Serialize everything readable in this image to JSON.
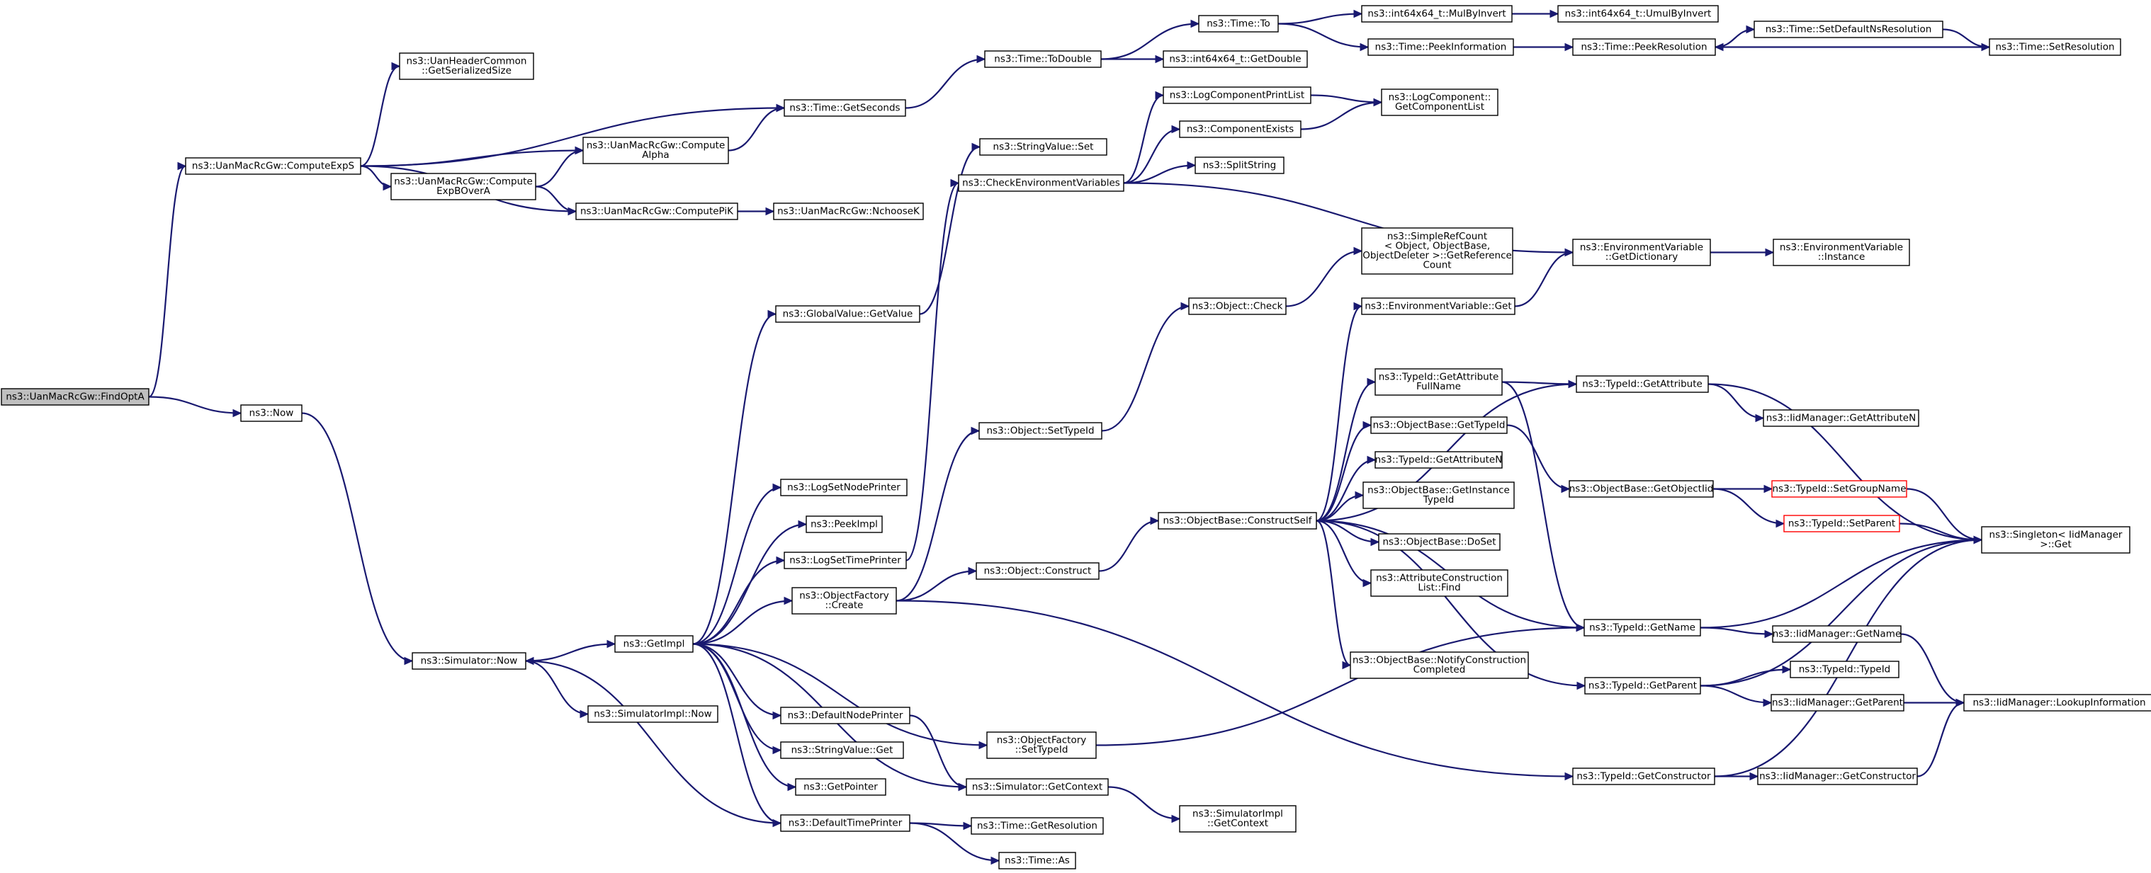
{
  "nodes": [
    {
      "id": "findopt",
      "lines": [
        "ns3::UanMacRcGw::FindOptA"
      ],
      "root": true
    },
    {
      "id": "computeexps",
      "lines": [
        "ns3::UanMacRcGw::ComputeExpS"
      ]
    },
    {
      "id": "now",
      "lines": [
        "ns3::Now"
      ]
    },
    {
      "id": "uanheader",
      "lines": [
        "ns3::UanHeaderCommon",
        "::GetSerializedSize"
      ]
    },
    {
      "id": "getseconds",
      "lines": [
        "ns3::Time::GetSeconds"
      ]
    },
    {
      "id": "computealpha",
      "lines": [
        "ns3::UanMacRcGw::Compute",
        "Alpha"
      ]
    },
    {
      "id": "computeexpb",
      "lines": [
        "ns3::UanMacRcGw::Compute",
        "ExpBOverA"
      ]
    },
    {
      "id": "computepik",
      "lines": [
        "ns3::UanMacRcGw::ComputePiK"
      ]
    },
    {
      "id": "nchoosek",
      "lines": [
        "ns3::UanMacRcGw::NchooseK"
      ]
    },
    {
      "id": "todouble",
      "lines": [
        "ns3::Time::ToDouble"
      ]
    },
    {
      "id": "timeto",
      "lines": [
        "ns3::Time::To"
      ]
    },
    {
      "id": "int64getdouble",
      "lines": [
        "ns3::int64x64_t::GetDouble"
      ]
    },
    {
      "id": "mulbyinvert",
      "lines": [
        "ns3::int64x64_t::MulByInvert"
      ]
    },
    {
      "id": "umulbyinvert",
      "lines": [
        "ns3::int64x64_t::UmulByInvert"
      ]
    },
    {
      "id": "peekinfo",
      "lines": [
        "ns3::Time::PeekInformation"
      ]
    },
    {
      "id": "peekres",
      "lines": [
        "ns3::Time::PeekResolution"
      ]
    },
    {
      "id": "setdefaultns",
      "lines": [
        "ns3::Time::SetDefaultNsResolution"
      ]
    },
    {
      "id": "setres",
      "lines": [
        "ns3::Time::SetResolution"
      ]
    },
    {
      "id": "stringvalueset",
      "lines": [
        "ns3::StringValue::Set"
      ]
    },
    {
      "id": "checkenv",
      "lines": [
        "ns3::CheckEnvironmentVariables"
      ]
    },
    {
      "id": "logcompprint",
      "lines": [
        "ns3::LogComponentPrintList"
      ]
    },
    {
      "id": "compexists",
      "lines": [
        "ns3::ComponentExists"
      ]
    },
    {
      "id": "getcomplist",
      "lines": [
        "ns3::LogComponent::",
        "GetComponentList"
      ]
    },
    {
      "id": "splitstring",
      "lines": [
        "ns3::SplitString"
      ]
    },
    {
      "id": "envgetdict",
      "lines": [
        "ns3::EnvironmentVariable",
        "::GetDictionary"
      ]
    },
    {
      "id": "envinstance",
      "lines": [
        "ns3::EnvironmentVariable",
        "::Instance"
      ]
    },
    {
      "id": "simplerefcount",
      "lines": [
        "ns3::SimpleRefCount",
        "< Object, ObjectBase,",
        "ObjectDeleter >::GetReference",
        "Count"
      ]
    },
    {
      "id": "globalgetvalue",
      "lines": [
        "ns3::GlobalValue::GetValue"
      ]
    },
    {
      "id": "objectcheck",
      "lines": [
        "ns3::Object::Check"
      ]
    },
    {
      "id": "envget",
      "lines": [
        "ns3::EnvironmentVariable::Get"
      ]
    },
    {
      "id": "getattrfullname",
      "lines": [
        "ns3::TypeId::GetAttribute",
        "FullName"
      ]
    },
    {
      "id": "typeidgetattr",
      "lines": [
        "ns3::TypeId::GetAttribute"
      ]
    },
    {
      "id": "iidgetattrn",
      "lines": [
        "ns3::IidManager::GetAttributeN"
      ]
    },
    {
      "id": "objectsettypeid",
      "lines": [
        "ns3::Object::SetTypeId"
      ]
    },
    {
      "id": "objbasegettypeid",
      "lines": [
        "ns3::ObjectBase::GetTypeId"
      ]
    },
    {
      "id": "getobjectiid",
      "lines": [
        "ns3::ObjectBase::GetObjectIid"
      ]
    },
    {
      "id": "setgroupname",
      "lines": [
        "ns3::TypeId::SetGroupName"
      ],
      "red": true
    },
    {
      "id": "typeidgetattrn",
      "lines": [
        "ns3::TypeId::GetAttributeN"
      ]
    },
    {
      "id": "getinstancetypeid",
      "lines": [
        "ns3::ObjectBase::GetInstance",
        "TypeId"
      ]
    },
    {
      "id": "setparent",
      "lines": [
        "ns3::TypeId::SetParent"
      ],
      "red": true
    },
    {
      "id": "singletonget",
      "lines": [
        "ns3::Singleton< IidManager",
        ">::Get"
      ]
    },
    {
      "id": "logsetnodeprinter",
      "lines": [
        "ns3::LogSetNodePrinter"
      ]
    },
    {
      "id": "peekimpl",
      "lines": [
        "ns3::PeekImpl"
      ]
    },
    {
      "id": "constructself",
      "lines": [
        "ns3::ObjectBase::ConstructSelf"
      ]
    },
    {
      "id": "doset",
      "lines": [
        "ns3::ObjectBase::DoSet"
      ]
    },
    {
      "id": "logsettimeprinter",
      "lines": [
        "ns3::LogSetTimePrinter"
      ]
    },
    {
      "id": "objfactorycreate",
      "lines": [
        "ns3::ObjectFactory",
        "::Create"
      ]
    },
    {
      "id": "objectconstruct",
      "lines": [
        "ns3::Object::Construct"
      ]
    },
    {
      "id": "attrconstruction",
      "lines": [
        "ns3::AttributeConstruction",
        "List::Find"
      ]
    },
    {
      "id": "typeidgetname",
      "lines": [
        "ns3::TypeId::GetName"
      ]
    },
    {
      "id": "iidgetname",
      "lines": [
        "ns3::IidManager::GetName"
      ]
    },
    {
      "id": "simulatornow",
      "lines": [
        "ns3::Simulator::Now"
      ]
    },
    {
      "id": "getimpl",
      "lines": [
        "ns3::GetImpl"
      ]
    },
    {
      "id": "notifyconstruction",
      "lines": [
        "ns3::ObjectBase::NotifyConstruction",
        "Completed"
      ]
    },
    {
      "id": "typeidtypeid",
      "lines": [
        "ns3::TypeId::TypeId"
      ]
    },
    {
      "id": "typeidgetparent",
      "lines": [
        "ns3::TypeId::GetParent"
      ]
    },
    {
      "id": "simimplnow",
      "lines": [
        "ns3::SimulatorImpl::Now"
      ]
    },
    {
      "id": "defaultnodeprinter",
      "lines": [
        "ns3::DefaultNodePrinter"
      ]
    },
    {
      "id": "objfactorysettypeid",
      "lines": [
        "ns3::ObjectFactory",
        "::SetTypeId"
      ]
    },
    {
      "id": "iidgetparent",
      "lines": [
        "ns3::IidManager::GetParent"
      ]
    },
    {
      "id": "lookupinfo",
      "lines": [
        "ns3::IidManager::LookupInformation"
      ]
    },
    {
      "id": "stringvalueget",
      "lines": [
        "ns3::StringValue::Get"
      ]
    },
    {
      "id": "typeidgetconstructor",
      "lines": [
        "ns3::TypeId::GetConstructor"
      ]
    },
    {
      "id": "iidgetconstructor",
      "lines": [
        "ns3::IidManager::GetConstructor"
      ]
    },
    {
      "id": "getpointer",
      "lines": [
        "ns3::GetPointer"
      ]
    },
    {
      "id": "simgetcontext",
      "lines": [
        "ns3::Simulator::GetContext"
      ]
    },
    {
      "id": "defaulttimeprinter",
      "lines": [
        "ns3::DefaultTimePrinter"
      ]
    },
    {
      "id": "simimplgetcontext",
      "lines": [
        "ns3::SimulatorImpl",
        "::GetContext"
      ]
    },
    {
      "id": "timegetresolution",
      "lines": [
        "ns3::Time::GetResolution"
      ]
    },
    {
      "id": "timeas",
      "lines": [
        "ns3::Time::As"
      ]
    }
  ],
  "edges": [
    [
      "findopt",
      "computeexps"
    ],
    [
      "findopt",
      "now"
    ],
    [
      "computeexps",
      "uanheader"
    ],
    [
      "computeexps",
      "getseconds"
    ],
    [
      "computeexps",
      "computealpha"
    ],
    [
      "computeexps",
      "computeexpb"
    ],
    [
      "computeexps",
      "computepik"
    ],
    [
      "computealpha",
      "getseconds"
    ],
    [
      "computeexpb",
      "computealpha"
    ],
    [
      "computeexpb",
      "computepik"
    ],
    [
      "computepik",
      "nchoosek"
    ],
    [
      "getseconds",
      "todouble"
    ],
    [
      "todouble",
      "timeto"
    ],
    [
      "todouble",
      "int64getdouble"
    ],
    [
      "timeto",
      "mulbyinvert"
    ],
    [
      "timeto",
      "peekinfo"
    ],
    [
      "mulbyinvert",
      "umulbyinvert"
    ],
    [
      "peekinfo",
      "peekres"
    ],
    [
      "setres",
      "peekres"
    ],
    [
      "setdefaultns",
      "setres"
    ],
    [
      "peekres",
      "setdefaultns"
    ],
    [
      "now",
      "simulatornow"
    ],
    [
      "simulatornow",
      "getimpl"
    ],
    [
      "simulatornow",
      "simimplnow"
    ],
    [
      "getimpl",
      "globalgetvalue"
    ],
    [
      "getimpl",
      "logsetnodeprinter"
    ],
    [
      "getimpl",
      "peekimpl"
    ],
    [
      "getimpl",
      "logsettimeprinter"
    ],
    [
      "getimpl",
      "objfactorycreate"
    ],
    [
      "getimpl",
      "defaultnodeprinter"
    ],
    [
      "getimpl",
      "stringvalueget"
    ],
    [
      "getimpl",
      "getpointer"
    ],
    [
      "getimpl",
      "defaulttimeprinter"
    ],
    [
      "getimpl",
      "objfactorysettypeid"
    ],
    [
      "getimpl",
      "simgetcontext"
    ],
    [
      "defaulttimeprinter",
      "simulatornow"
    ],
    [
      "defaulttimeprinter",
      "timegetresolution"
    ],
    [
      "defaulttimeprinter",
      "timeas"
    ],
    [
      "defaultnodeprinter",
      "simgetcontext"
    ],
    [
      "simgetcontext",
      "simimplgetcontext"
    ],
    [
      "globalgetvalue",
      "stringvalueset"
    ],
    [
      "logsettimeprinter",
      "checkenv"
    ],
    [
      "checkenv",
      "logcompprint"
    ],
    [
      "checkenv",
      "compexists"
    ],
    [
      "checkenv",
      "splitstring"
    ],
    [
      "checkenv",
      "envgetdict"
    ],
    [
      "logcompprint",
      "getcomplist"
    ],
    [
      "compexists",
      "getcomplist"
    ],
    [
      "envgetdict",
      "envinstance"
    ],
    [
      "objfactorycreate",
      "objectsettypeid"
    ],
    [
      "objfactorycreate",
      "objectconstruct"
    ],
    [
      "objfactorycreate",
      "typeidgetconstructor"
    ],
    [
      "objectsettypeid",
      "objectcheck"
    ],
    [
      "objectcheck",
      "simplerefcount"
    ],
    [
      "objectconstruct",
      "constructself"
    ],
    [
      "constructself",
      "envget"
    ],
    [
      "constructself",
      "typeidgetattr"
    ],
    [
      "constructself",
      "getattrfullname"
    ],
    [
      "constructself",
      "objbasegettypeid"
    ],
    [
      "constructself",
      "typeidgetattrn"
    ],
    [
      "constructself",
      "getinstancetypeid"
    ],
    [
      "constructself",
      "doset"
    ],
    [
      "constructself",
      "attrconstruction"
    ],
    [
      "constructself",
      "notifyconstruction"
    ],
    [
      "constructself",
      "typeidgetname"
    ],
    [
      "constructself",
      "typeidgetparent"
    ],
    [
      "envget",
      "envgetdict"
    ],
    [
      "getattrfullname",
      "typeidgetattr"
    ],
    [
      "getattrfullname",
      "typeidgetname"
    ],
    [
      "typeidgetattr",
      "iidgetattrn"
    ],
    [
      "typeidgetattr",
      "singletonget"
    ],
    [
      "objbasegettypeid",
      "getobjectiid"
    ],
    [
      "getobjectiid",
      "setgroupname"
    ],
    [
      "getobjectiid",
      "setparent"
    ],
    [
      "setgroupname",
      "singletonget"
    ],
    [
      "setparent",
      "singletonget"
    ],
    [
      "typeidgetname",
      "singletonget"
    ],
    [
      "typeidgetname",
      "iidgetname"
    ],
    [
      "iidgetname",
      "lookupinfo"
    ],
    [
      "typeidgetparent",
      "singletonget"
    ],
    [
      "typeidgetparent",
      "typeidtypeid"
    ],
    [
      "typeidgetparent",
      "iidgetparent"
    ],
    [
      "iidgetparent",
      "lookupinfo"
    ],
    [
      "objfactorysettypeid",
      "typeidgetname"
    ],
    [
      "typeidgetconstructor",
      "singletonget"
    ],
    [
      "typeidgetconstructor",
      "iidgetconstructor"
    ],
    [
      "iidgetconstructor",
      "lookupinfo"
    ]
  ]
}
